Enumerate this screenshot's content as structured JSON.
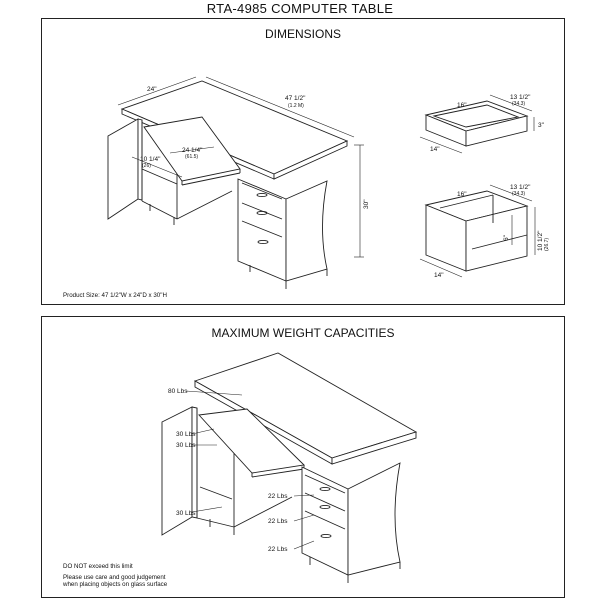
{
  "title": "RTA-4985  COMPUTER TABLE",
  "dimensions": {
    "heading": "DIMENSIONS",
    "desk_labels": {
      "depth": "24\"",
      "width": "47 1/2\"",
      "width_sub": "(1.2 M)",
      "keyboard_width": "24 1/4\"",
      "keyboard_width_sub": "(61.5)",
      "keyboard_depth": "10 1/4\"",
      "keyboard_depth_sub": "(26)",
      "height": "30\""
    },
    "drawer_small": {
      "w": "16\"",
      "d": "13 1/2\"",
      "d_sub": "(34.3)",
      "h": "3\"",
      "depth": "14\""
    },
    "drawer_large": {
      "w": "16\"",
      "d": "13 1/2\"",
      "d_sub": "(34.3)",
      "h": "10 1/2\"",
      "h_sub": "(26.7)",
      "inner": "6\"",
      "depth": "14\""
    },
    "product_size": "Product Size: 47  1/2\"W x 24\"D x 30\"H"
  },
  "weights": {
    "heading": "MAXIMUM WEIGHT CAPACITIES",
    "top": "80 Lbs",
    "keyboard_upper": "30 Lbs",
    "keyboard_lower": "30 Lbs",
    "shelf": "30 Lbs",
    "drawer1": "22 Lbs",
    "drawer2": "22 Lbs",
    "drawer3": "22 Lbs",
    "note1": "DO NOT exceed this limit",
    "note2": "Please use care and good judgement",
    "note3": "when placing objects on glass surface"
  }
}
